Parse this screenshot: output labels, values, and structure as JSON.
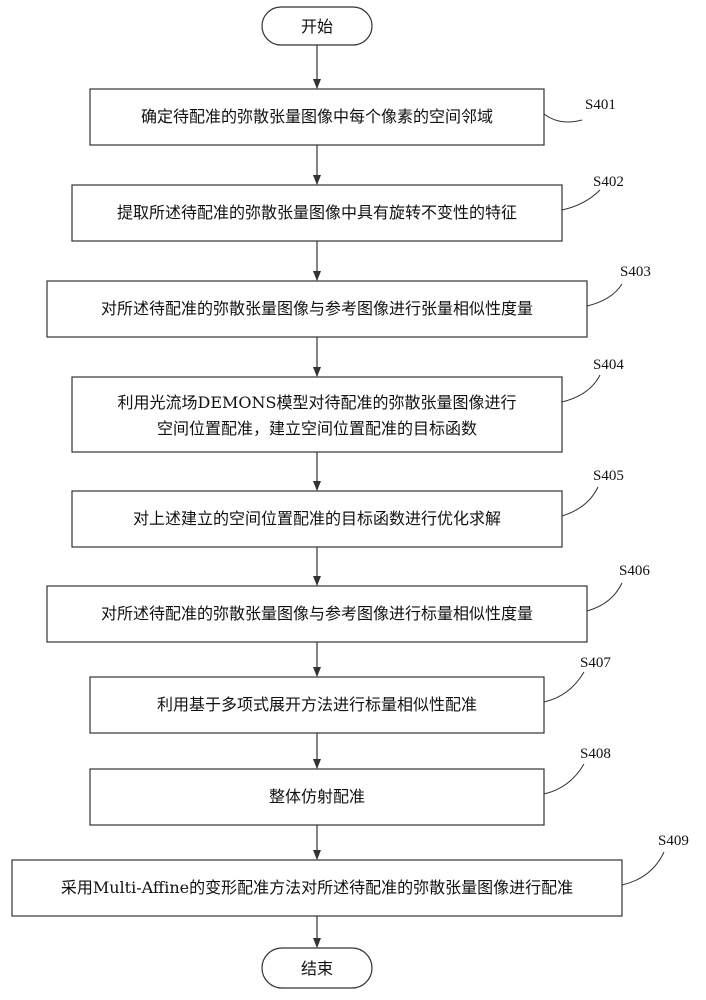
{
  "flowchart": {
    "start": "开始",
    "end": "结束",
    "steps": [
      {
        "id": "S401",
        "lines": [
          "确定待配准的弥散张量图像中每个像素的空间邻域"
        ]
      },
      {
        "id": "S402",
        "lines": [
          "提取所述待配准的弥散张量图像中具有旋转不变性的特征"
        ]
      },
      {
        "id": "S403",
        "lines": [
          "对所述待配准的弥散张量图像与参考图像进行张量相似性度量"
        ]
      },
      {
        "id": "S404",
        "lines": [
          "利用光流场DEMONS模型对待配准的弥散张量图像进行",
          "空间位置配准，建立空间位置配准的目标函数"
        ]
      },
      {
        "id": "S405",
        "lines": [
          "对上述建立的空间位置配准的目标函数进行优化求解"
        ]
      },
      {
        "id": "S406",
        "lines": [
          "对所述待配准的弥散张量图像与参考图像进行标量相似性度量"
        ]
      },
      {
        "id": "S407",
        "lines": [
          "利用基于多项式展开方法进行标量相似性配准"
        ]
      },
      {
        "id": "S408",
        "lines": [
          "整体仿射配准"
        ]
      },
      {
        "id": "S409",
        "lines": [
          "采用Multi-Affine的变形配准方法对所述待配准的弥散张量图像进行配准"
        ]
      }
    ]
  }
}
